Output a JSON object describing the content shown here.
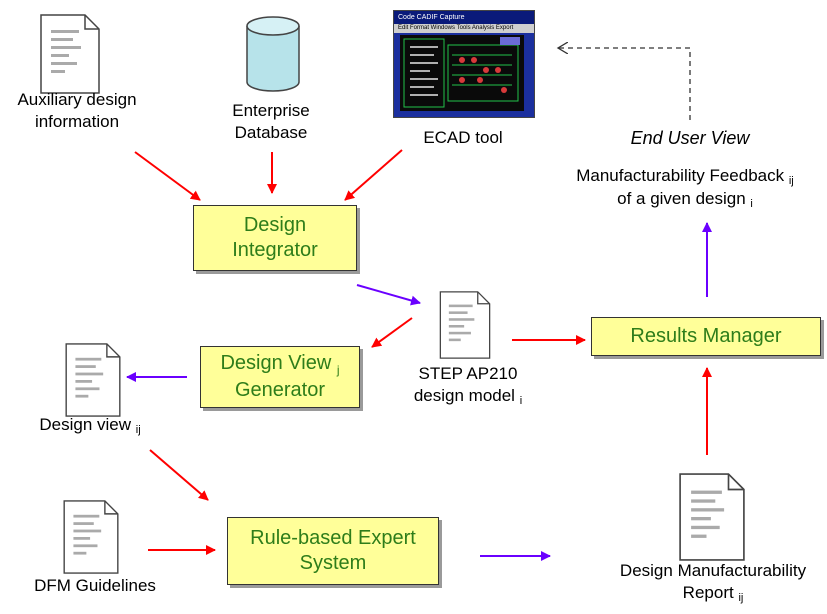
{
  "inputs": {
    "auxiliary": "Auxiliary design\ninformation",
    "database": "Enterprise\nDatabase",
    "ecad": "ECAD tool"
  },
  "ecad_window": {
    "title": "Code          CADIF Capture",
    "menu": "Edit  Format  Windows  Tools  Analysis  Export"
  },
  "boxes": {
    "design_integrator": [
      "Design",
      "Integrator"
    ],
    "design_view_generator": {
      "line1": "Design View",
      "sub": "j",
      "line2": "Generator"
    },
    "results_manager": "Results Manager",
    "expert_system": [
      "Rule-based Expert",
      "System"
    ]
  },
  "labels": {
    "end_user_view": "End User View",
    "feedback_line1": "Manufacturability Feedback",
    "feedback_sub1": "ij",
    "feedback_line2": "of a given design",
    "feedback_sub2": "i",
    "step_line1": "STEP AP210",
    "step_line2": "design model",
    "step_sub": "i",
    "design_view": "Design view",
    "design_view_sub": "ij",
    "dfm": "DFM Guidelines",
    "report_line1": "Design Manufacturability",
    "report_line2": "Report",
    "report_sub": "ij"
  },
  "colors": {
    "box_fill": "#ffff99",
    "box_text": "#2e7d1a",
    "arrow_red": "#ff0000",
    "arrow_purple": "#6a00ff",
    "arrow_dashed": "#333333"
  }
}
